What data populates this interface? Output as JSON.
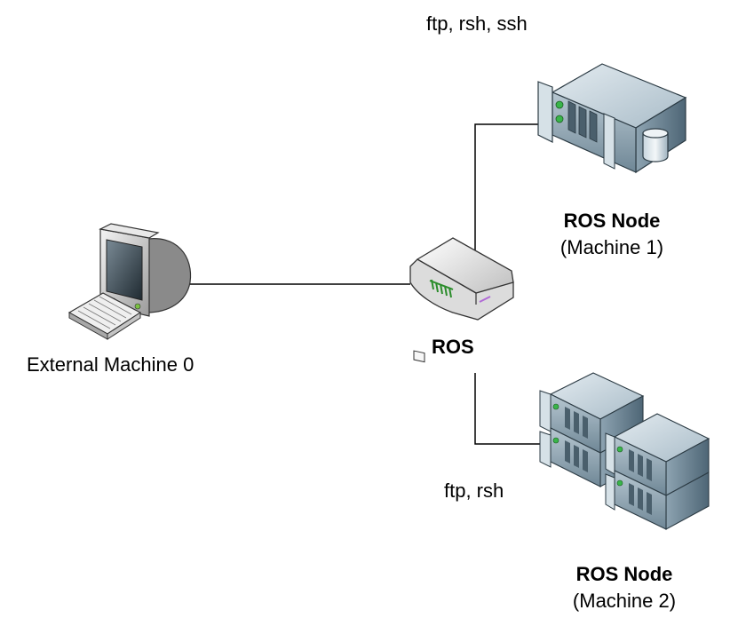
{
  "diagram": {
    "nodes": {
      "external": {
        "label": "External Machine 0",
        "icon": "desktop-computer-icon"
      },
      "router": {
        "label": "ROS",
        "icon": "router-icon"
      },
      "node1": {
        "title": "ROS Node",
        "subtitle": "(Machine 1)",
        "protocols": "ftp, rsh, ssh",
        "icon": "server-with-database-icon"
      },
      "node2": {
        "title": "ROS Node",
        "subtitle": "(Machine 2)",
        "protocols": "ftp, rsh",
        "icon": "server-cluster-icon"
      }
    },
    "colors": {
      "line": "#000000",
      "server_front": "#6f8796",
      "server_top": "#c9d7e0",
      "server_side": "#9fb3c1",
      "led_green": "#39b54a"
    }
  }
}
